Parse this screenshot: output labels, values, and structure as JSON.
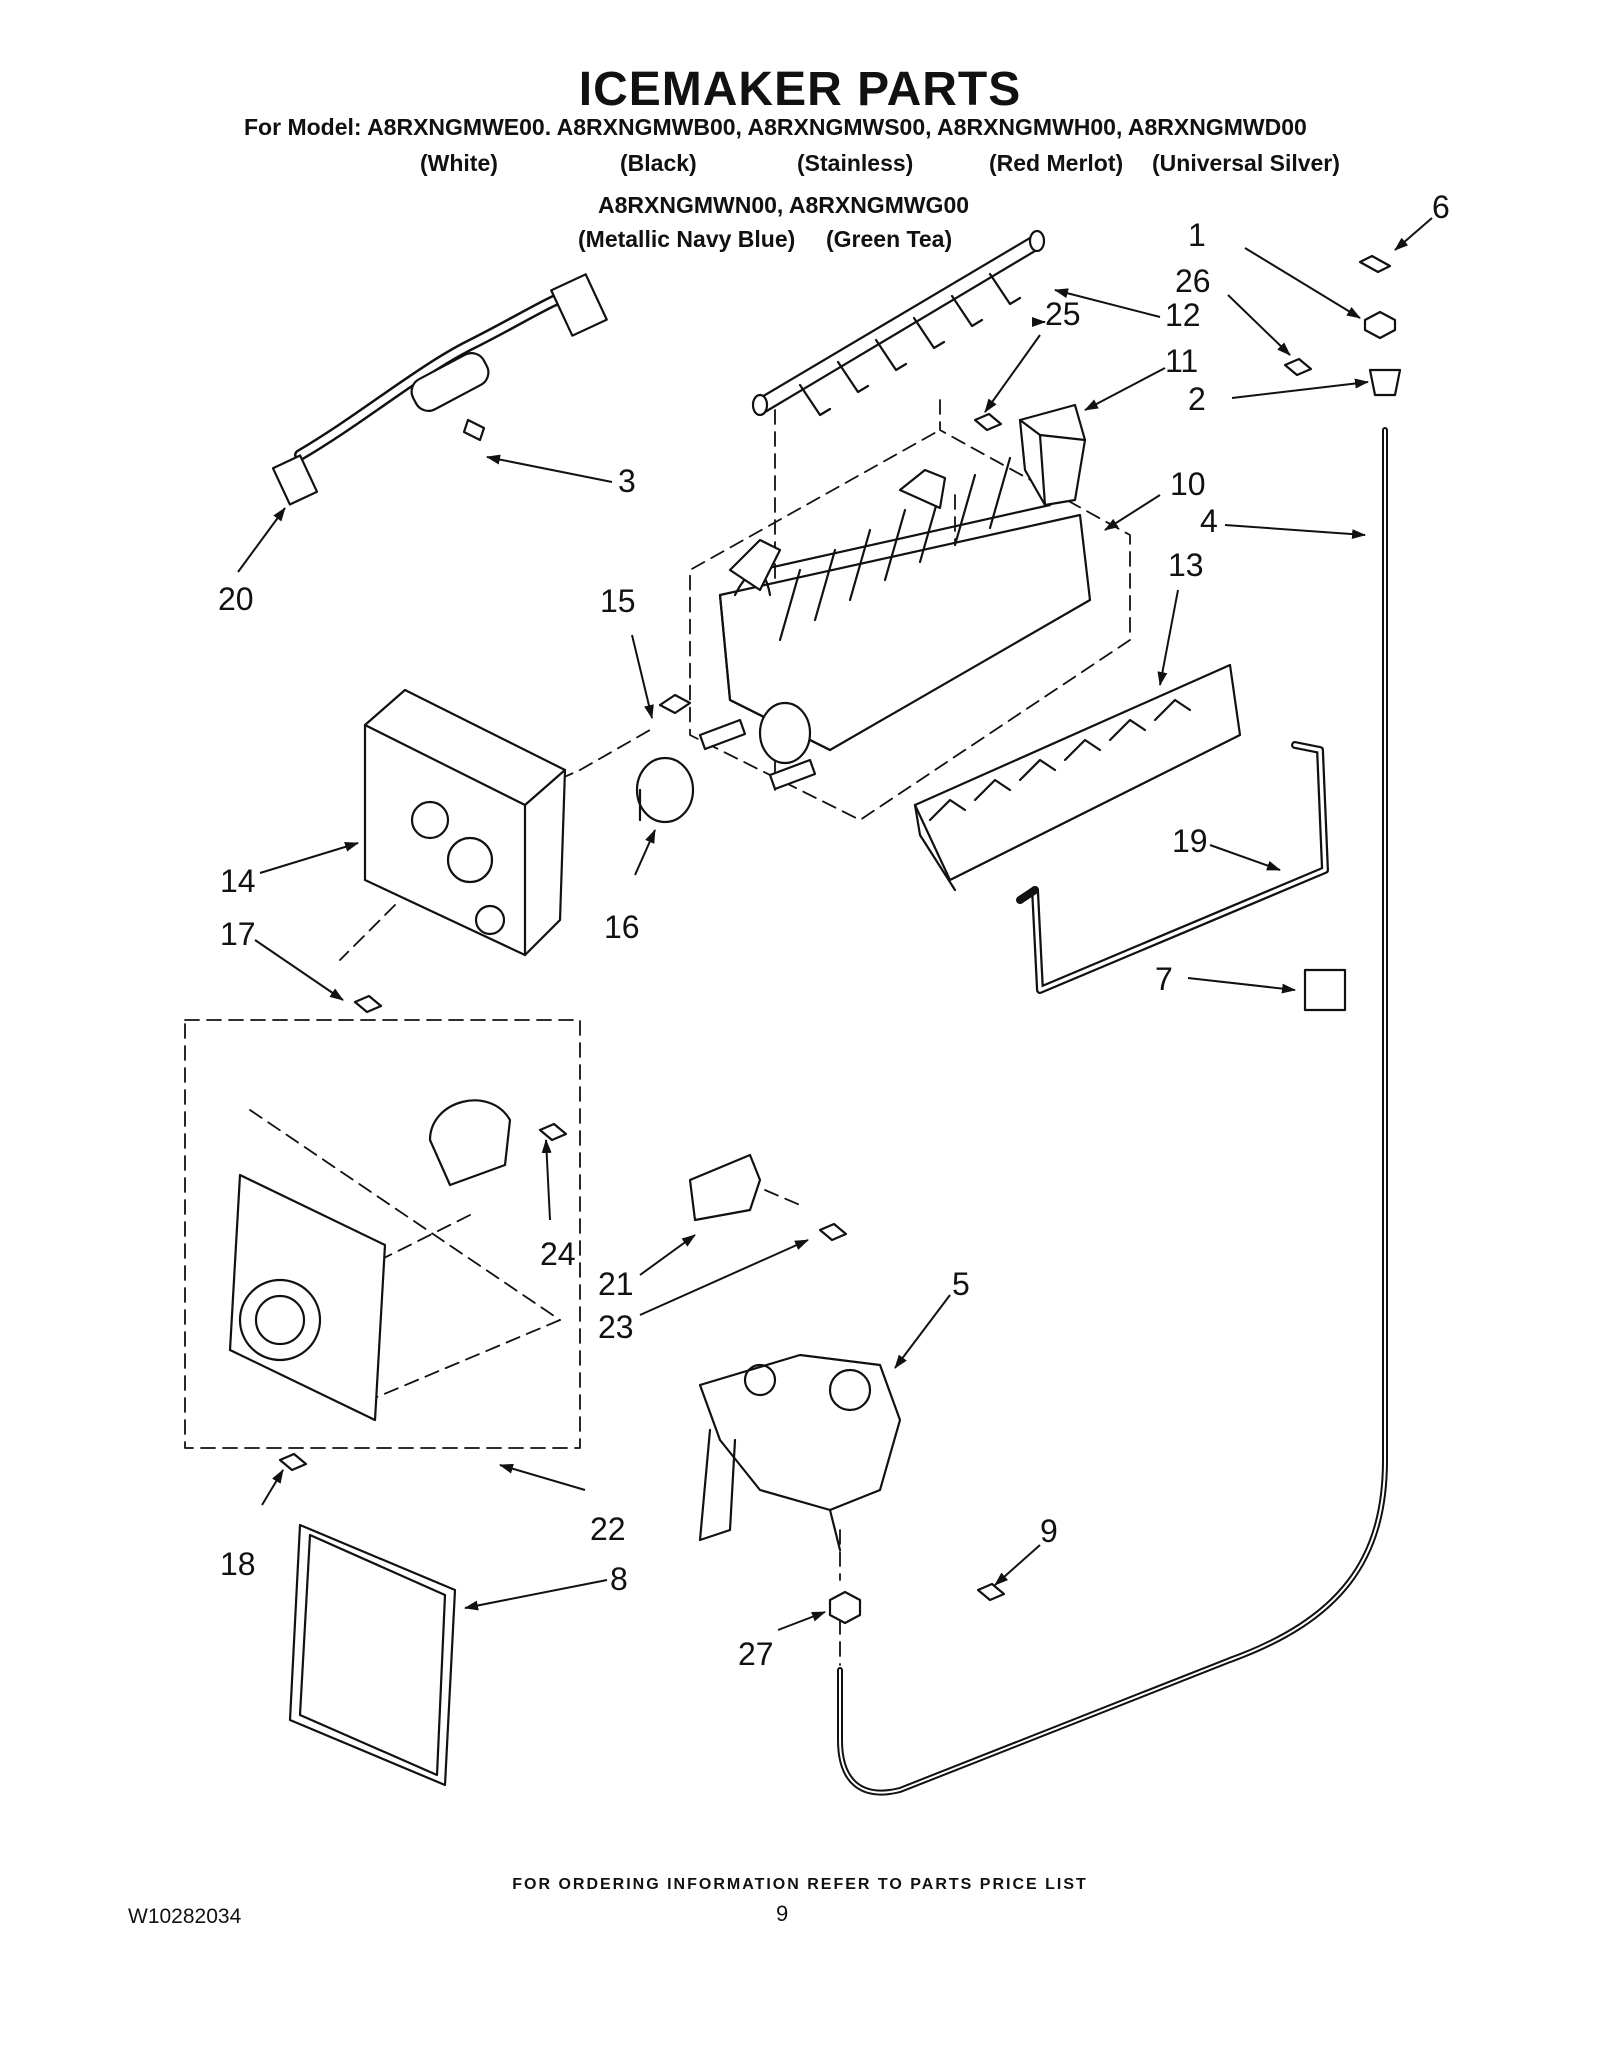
{
  "page": {
    "title": "ICEMAKER PARTS",
    "models_line1": "For Model: A8RXNGMWE00. A8RXNGMWB00, A8RXNGMWS00, A8RXNGMWH00, A8RXNGMWD00",
    "colors_line1": [
      "(White)",
      "(Black)",
      "(Stainless)",
      "(Red Merlot)",
      "(Universal Silver)"
    ],
    "models_line2": "A8RXNGMWN00, A8RXNGMWG00",
    "colors_line2": [
      "(Metallic Navy Blue)",
      "(Green Tea)"
    ],
    "footer_note": "FOR ORDERING INFORMATION REFER TO PARTS PRICE LIST",
    "doc_number": "W10282034",
    "page_number": "9"
  },
  "callouts": [
    "1",
    "2",
    "3",
    "4",
    "5",
    "6",
    "7",
    "8",
    "9",
    "10",
    "11",
    "12",
    "13",
    "14",
    "15",
    "16",
    "17",
    "18",
    "19",
    "20",
    "21",
    "22",
    "23",
    "24",
    "25",
    "26",
    "27"
  ]
}
